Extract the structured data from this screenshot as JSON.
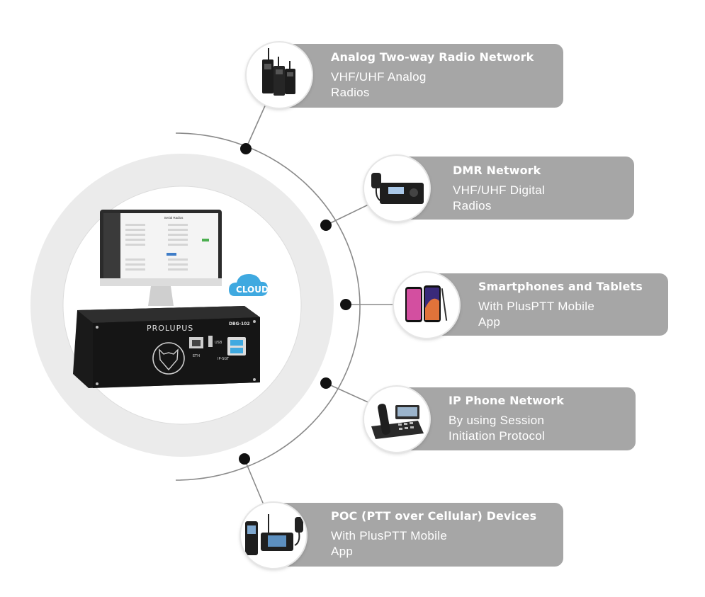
{
  "nodes": [
    {
      "key": "analog",
      "title": "Analog Two-way Radio Network",
      "subtitle": "VHF/UHF Analog\nRadios",
      "icon": "two-way-radios-icon"
    },
    {
      "key": "dmr",
      "title": "DMR Network",
      "subtitle": "VHF/UHF Digital\n Radios",
      "icon": "dmr-mobile-radio-icon"
    },
    {
      "key": "smartphones",
      "title": "Smartphones and Tablets",
      "subtitle": "With PlusPTT Mobile\nApp",
      "icon": "smartphones-icon"
    },
    {
      "key": "ipphone",
      "title": "IP Phone Network",
      "subtitle": "By using Session\nInitiation Protocol",
      "icon": "ip-phone-icon"
    },
    {
      "key": "poc",
      "title": "POC (PTT over Cellular) Devices",
      "subtitle": "With PlusPTT Mobile\nApp",
      "icon": "poc-devices-icon"
    }
  ],
  "center": {
    "cloud_label": "CLOUD",
    "brand_label": "PROLUPUS",
    "model_label": "DBG-102",
    "port_eth": "ETH",
    "port_usb": "USB",
    "port_ipsgt": "IP-SGT",
    "screen_title": "Serial Radios",
    "colors": {
      "card": "#a6a6a6",
      "cloud": "#3fa9e0",
      "device": "#1a1a1a",
      "arc": "#8a8a8a"
    }
  }
}
